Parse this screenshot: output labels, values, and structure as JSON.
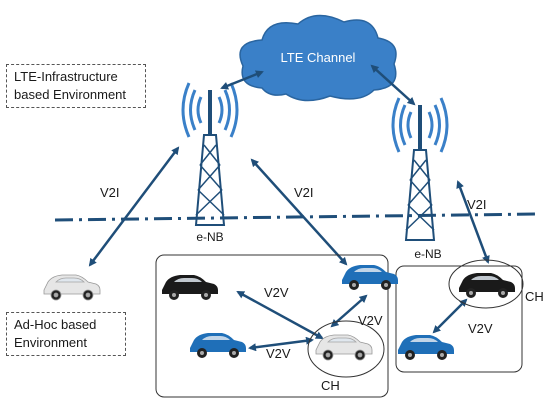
{
  "environments": {
    "infrastructure_label": "LTE-Infrastructure based Environment",
    "adhoc_label": "Ad-Hoc based Environment"
  },
  "cloud": {
    "label": "LTE Channel"
  },
  "towers": [
    {
      "label": "e-NB"
    },
    {
      "label": "e-NB"
    }
  ],
  "links": {
    "v2i_left": "V2I",
    "v2i_middle": "V2I",
    "v2i_right": "V2I",
    "v2v_top": "V2V",
    "v2v_bottom": "V2V",
    "v2v_mid_right": "V2V",
    "v2v_right": "V2V"
  },
  "cluster_heads": {
    "left": "CH",
    "right": "CH"
  },
  "colors": {
    "arrow": "#1f4e79",
    "cloud": "#3a80c8",
    "tower": "#1f4e79",
    "car_blue": "#1f6fb8",
    "car_black": "#1a1a1a",
    "car_white": "#e6e6e6"
  }
}
